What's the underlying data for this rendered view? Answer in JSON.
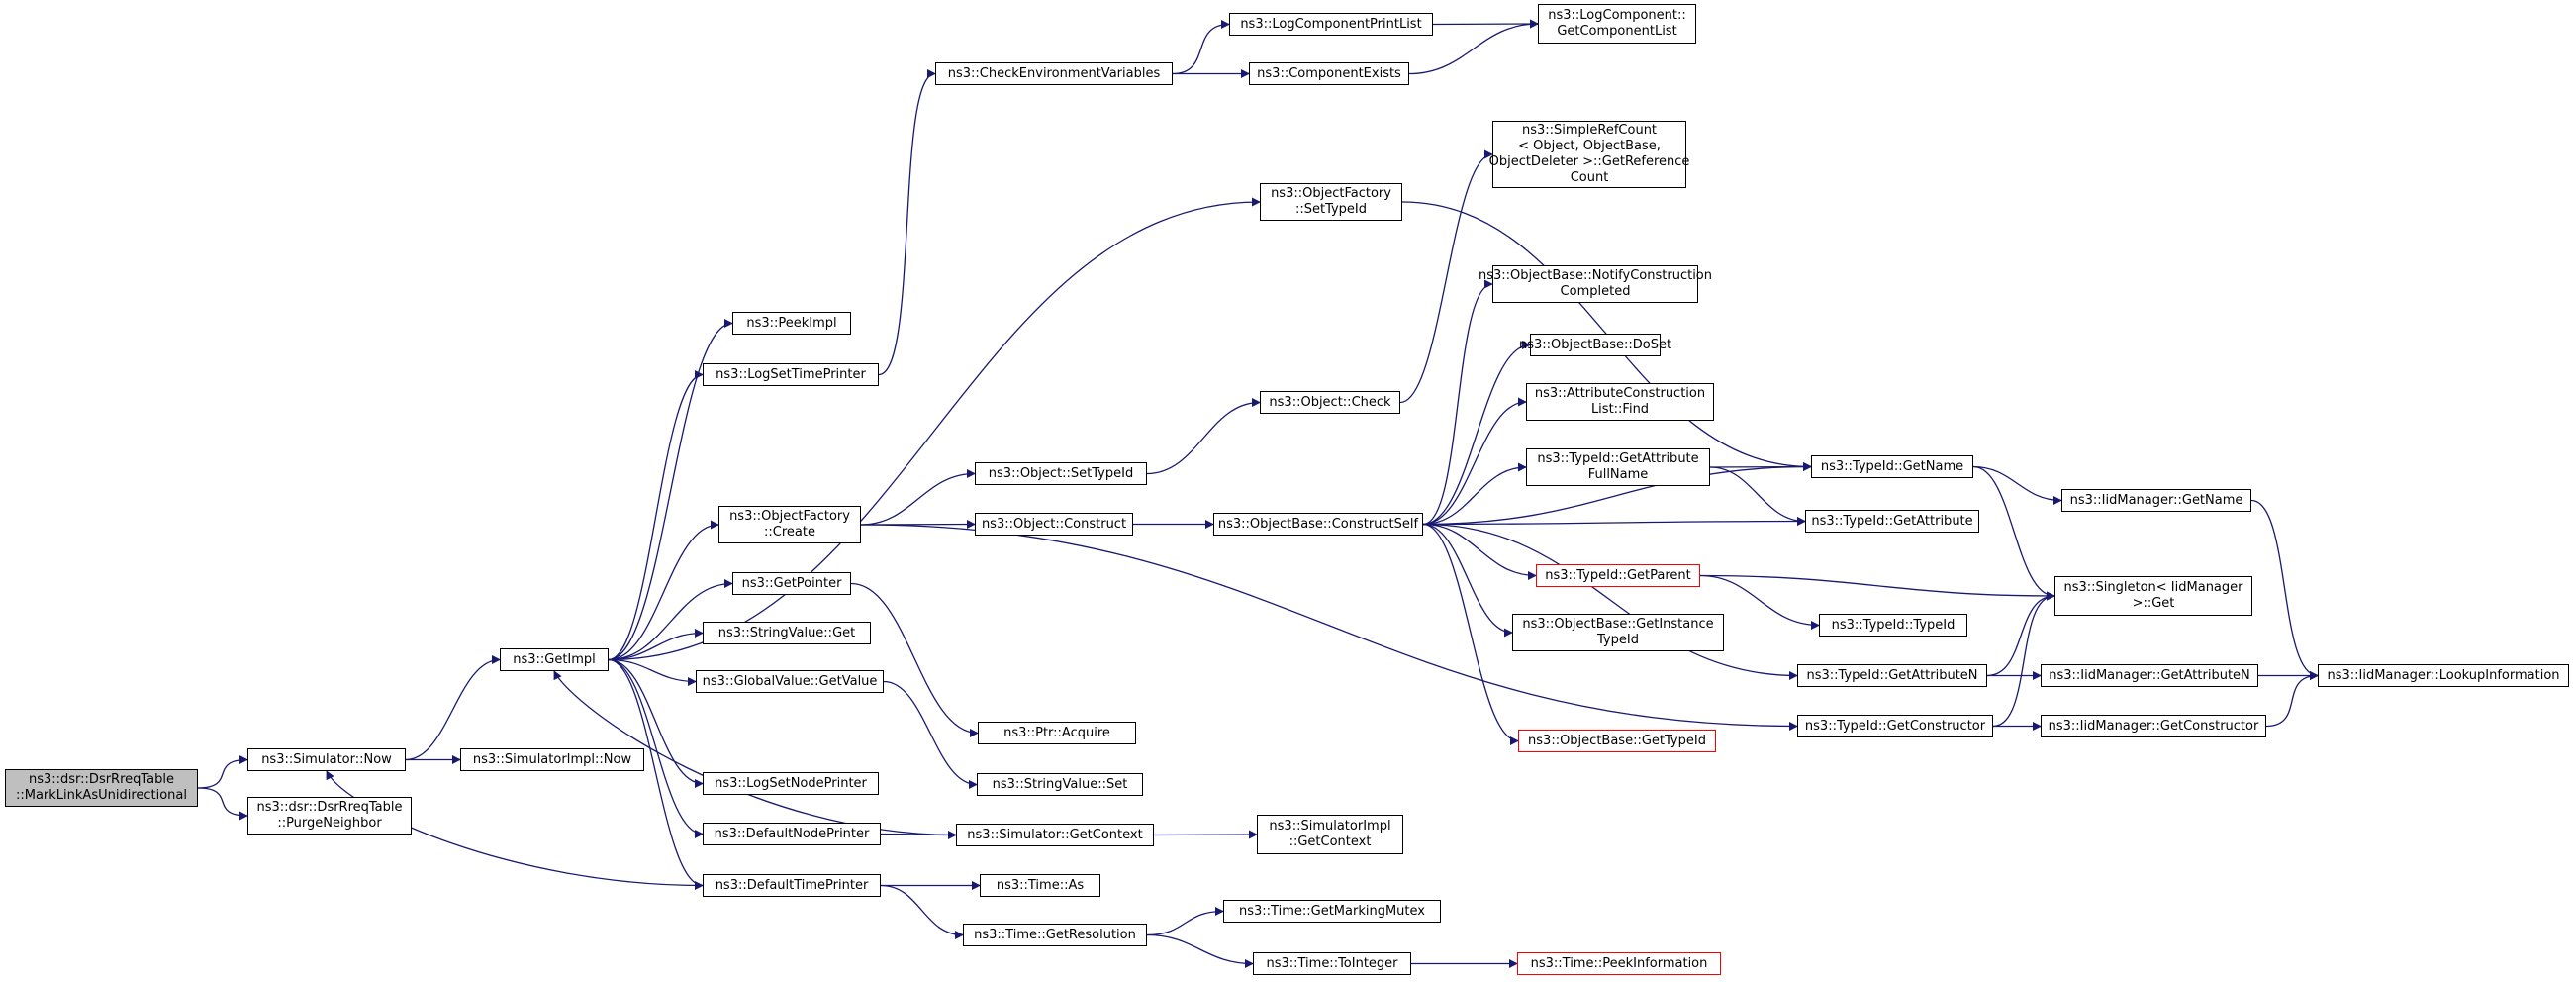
{
  "title": "",
  "colors": {
    "edge": "#191970",
    "node_border": "#000000",
    "root_fill": "#bfbfbf",
    "truncated_border": "#ff0000"
  },
  "nodes": [
    {
      "id": "root",
      "lines": [
        "ns3::dsr::DsrRreqTable",
        "::MarkLinkAsUnidirectional"
      ],
      "root": true
    },
    {
      "id": "simNow",
      "lines": [
        "ns3::Simulator::Now"
      ]
    },
    {
      "id": "purgeNeighbor",
      "lines": [
        "ns3::dsr::DsrRreqTable",
        "::PurgeNeighbor"
      ]
    },
    {
      "id": "getImpl",
      "lines": [
        "ns3::GetImpl"
      ]
    },
    {
      "id": "simImplNow",
      "lines": [
        "ns3::SimulatorImpl::Now"
      ]
    },
    {
      "id": "peekImpl",
      "lines": [
        "ns3::PeekImpl"
      ]
    },
    {
      "id": "logSetTimePrinter",
      "lines": [
        "ns3::LogSetTimePrinter"
      ]
    },
    {
      "id": "objFactoryCreate",
      "lines": [
        "ns3::ObjectFactory",
        "::Create"
      ]
    },
    {
      "id": "getPointer",
      "lines": [
        "ns3::GetPointer"
      ]
    },
    {
      "id": "stringValueGet",
      "lines": [
        "ns3::StringValue::Get"
      ]
    },
    {
      "id": "globalValueGetValue",
      "lines": [
        "ns3::GlobalValue::GetValue"
      ]
    },
    {
      "id": "logSetNodePrinter",
      "lines": [
        "ns3::LogSetNodePrinter"
      ]
    },
    {
      "id": "defaultNodePrinter",
      "lines": [
        "ns3::DefaultNodePrinter"
      ]
    },
    {
      "id": "defaultTimePrinter",
      "lines": [
        "ns3::DefaultTimePrinter"
      ]
    },
    {
      "id": "checkEnvVars",
      "lines": [
        "ns3::CheckEnvironmentVariables"
      ]
    },
    {
      "id": "logComponentPrintList",
      "lines": [
        "ns3::LogComponentPrintList"
      ]
    },
    {
      "id": "componentExists",
      "lines": [
        "ns3::ComponentExists"
      ]
    },
    {
      "id": "logComponentGetList",
      "lines": [
        "ns3::LogComponent::",
        "GetComponentList"
      ]
    },
    {
      "id": "objFactorySetTypeId",
      "lines": [
        "ns3::ObjectFactory",
        "::SetTypeId"
      ]
    },
    {
      "id": "simpleRefCount",
      "lines": [
        "ns3::SimpleRefCount",
        "< Object, ObjectBase,",
        "ObjectDeleter >::GetReference",
        "Count"
      ]
    },
    {
      "id": "objSetTypeId",
      "lines": [
        "ns3::Object::SetTypeId"
      ]
    },
    {
      "id": "objConstruct",
      "lines": [
        "ns3::Object::Construct"
      ]
    },
    {
      "id": "objCheck",
      "lines": [
        "ns3::Object::Check"
      ]
    },
    {
      "id": "constructSelf",
      "lines": [
        "ns3::ObjectBase::ConstructSelf"
      ]
    },
    {
      "id": "notifyConstruction",
      "lines": [
        "ns3::ObjectBase::NotifyConstruction",
        "Completed"
      ]
    },
    {
      "id": "doSet",
      "lines": [
        "ns3::ObjectBase::DoSet"
      ]
    },
    {
      "id": "attrConstructionFind",
      "lines": [
        "ns3::AttributeConstruction",
        "List::Find"
      ]
    },
    {
      "id": "getAttributeFullName",
      "lines": [
        "ns3::TypeId::GetAttribute",
        "FullName"
      ]
    },
    {
      "id": "typeIdGetParent",
      "lines": [
        "ns3::TypeId::GetParent"
      ],
      "truncated": true
    },
    {
      "id": "getInstanceTypeId",
      "lines": [
        "ns3::ObjectBase::GetInstance",
        "TypeId"
      ]
    },
    {
      "id": "objBaseGetTypeId",
      "lines": [
        "ns3::ObjectBase::GetTypeId"
      ],
      "truncated": true
    },
    {
      "id": "typeIdGetName",
      "lines": [
        "ns3::TypeId::GetName"
      ]
    },
    {
      "id": "typeIdGetAttribute",
      "lines": [
        "ns3::TypeId::GetAttribute"
      ]
    },
    {
      "id": "typeIdTypeId",
      "lines": [
        "ns3::TypeId::TypeId"
      ]
    },
    {
      "id": "getAttributeN",
      "lines": [
        "ns3::TypeId::GetAttributeN"
      ]
    },
    {
      "id": "getConstructor",
      "lines": [
        "ns3::TypeId::GetConstructor"
      ]
    },
    {
      "id": "iidGetName",
      "lines": [
        "ns3::IidManager::GetName"
      ]
    },
    {
      "id": "singletonGet",
      "lines": [
        "ns3::Singleton< IidManager",
        ">::Get"
      ]
    },
    {
      "id": "iidGetAttributeN",
      "lines": [
        "ns3::IidManager::GetAttributeN"
      ]
    },
    {
      "id": "iidGetConstructor",
      "lines": [
        "ns3::IidManager::GetConstructor"
      ]
    },
    {
      "id": "lookupInformation",
      "lines": [
        "ns3::IidManager::LookupInformation"
      ]
    },
    {
      "id": "ptrAcquire",
      "lines": [
        "ns3::Ptr::Acquire"
      ]
    },
    {
      "id": "stringValueSet",
      "lines": [
        "ns3::StringValue::Set"
      ]
    },
    {
      "id": "simGetContext",
      "lines": [
        "ns3::Simulator::GetContext"
      ]
    },
    {
      "id": "simImplGetContext",
      "lines": [
        "ns3::SimulatorImpl",
        "::GetContext"
      ]
    },
    {
      "id": "timeAs",
      "lines": [
        "ns3::Time::As"
      ]
    },
    {
      "id": "timeGetResolution",
      "lines": [
        "ns3::Time::GetResolution"
      ]
    },
    {
      "id": "timeGetMarkingMutex",
      "lines": [
        "ns3::Time::GetMarkingMutex"
      ]
    },
    {
      "id": "timeToInteger",
      "lines": [
        "ns3::Time::ToInteger"
      ]
    },
    {
      "id": "timePeekInformation",
      "lines": [
        "ns3::Time::PeekInformation"
      ],
      "truncated": true
    }
  ],
  "edges": [
    [
      "root",
      "simNow"
    ],
    [
      "root",
      "purgeNeighbor"
    ],
    [
      "simNow",
      "getImpl"
    ],
    [
      "simNow",
      "simImplNow"
    ],
    [
      "getImpl",
      "peekImpl"
    ],
    [
      "getImpl",
      "logSetTimePrinter"
    ],
    [
      "getImpl",
      "objFactorySetTypeId"
    ],
    [
      "getImpl",
      "objFactoryCreate"
    ],
    [
      "getImpl",
      "getPointer"
    ],
    [
      "getImpl",
      "stringValueGet"
    ],
    [
      "getImpl",
      "globalValueGetValue"
    ],
    [
      "getImpl",
      "logSetNodePrinter"
    ],
    [
      "getImpl",
      "defaultNodePrinter"
    ],
    [
      "getImpl",
      "defaultTimePrinter"
    ],
    [
      "logSetTimePrinter",
      "checkEnvVars"
    ],
    [
      "checkEnvVars",
      "logComponentPrintList"
    ],
    [
      "checkEnvVars",
      "componentExists"
    ],
    [
      "logComponentPrintList",
      "logComponentGetList"
    ],
    [
      "componentExists",
      "logComponentGetList"
    ],
    [
      "objFactorySetTypeId",
      "typeIdGetName"
    ],
    [
      "objFactoryCreate",
      "objSetTypeId"
    ],
    [
      "objFactoryCreate",
      "objConstruct"
    ],
    [
      "objFactoryCreate",
      "getConstructor"
    ],
    [
      "objSetTypeId",
      "objCheck"
    ],
    [
      "objConstruct",
      "constructSelf"
    ],
    [
      "objCheck",
      "simpleRefCount"
    ],
    [
      "constructSelf",
      "typeIdGetName"
    ],
    [
      "constructSelf",
      "notifyConstruction"
    ],
    [
      "constructSelf",
      "doSet"
    ],
    [
      "constructSelf",
      "attrConstructionFind"
    ],
    [
      "constructSelf",
      "getAttributeFullName"
    ],
    [
      "constructSelf",
      "typeIdGetAttribute"
    ],
    [
      "constructSelf",
      "typeIdGetParent"
    ],
    [
      "constructSelf",
      "getInstanceTypeId"
    ],
    [
      "constructSelf",
      "getAttributeN"
    ],
    [
      "constructSelf",
      "objBaseGetTypeId"
    ],
    [
      "getAttributeFullName",
      "typeIdGetName"
    ],
    [
      "getAttributeFullName",
      "typeIdGetAttribute"
    ],
    [
      "typeIdGetParent",
      "singletonGet"
    ],
    [
      "typeIdGetParent",
      "typeIdTypeId"
    ],
    [
      "typeIdGetName",
      "iidGetName"
    ],
    [
      "typeIdGetName",
      "singletonGet"
    ],
    [
      "iidGetName",
      "lookupInformation"
    ],
    [
      "getAttributeN",
      "singletonGet"
    ],
    [
      "getAttributeN",
      "iidGetAttributeN"
    ],
    [
      "iidGetAttributeN",
      "lookupInformation"
    ],
    [
      "getConstructor",
      "singletonGet"
    ],
    [
      "getConstructor",
      "iidGetConstructor"
    ],
    [
      "iidGetConstructor",
      "lookupInformation"
    ],
    [
      "getPointer",
      "ptrAcquire"
    ],
    [
      "globalValueGetValue",
      "stringValueSet"
    ],
    [
      "defaultNodePrinter",
      "simGetContext"
    ],
    [
      "simGetContext",
      "getImpl"
    ],
    [
      "simGetContext",
      "simImplGetContext"
    ],
    [
      "defaultTimePrinter",
      "simNow"
    ],
    [
      "defaultTimePrinter",
      "timeAs"
    ],
    [
      "defaultTimePrinter",
      "timeGetResolution"
    ],
    [
      "timeGetResolution",
      "timeGetMarkingMutex"
    ],
    [
      "timeGetResolution",
      "timeToInteger"
    ],
    [
      "timeToInteger",
      "timePeekInformation"
    ]
  ]
}
